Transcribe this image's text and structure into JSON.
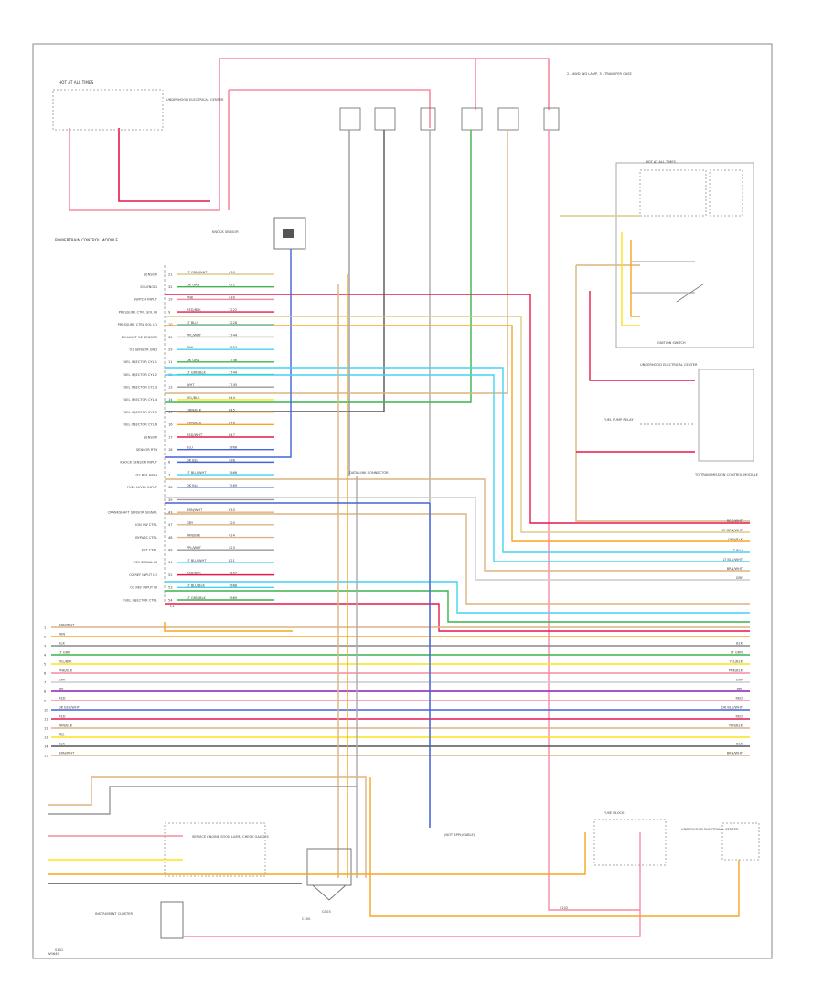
{
  "diagram": {
    "title": "",
    "footer_code": "W0645",
    "ecm_label": "POWERTRAIN CONTROL MODULE",
    "ecm_connector": "C1",
    "ecm_pins": [
      {
        "pin": "21",
        "label": "SENSOR",
        "wire": "LT GRN/WHT",
        "circuit": "430",
        "color": "#dccc88"
      },
      {
        "pin": "32",
        "label": "SOLENOID",
        "wire": "DK GRN",
        "circuit": "422",
        "color": "#3cb44b"
      },
      {
        "pin": "19",
        "label": "SWITCH INPUT",
        "wire": "PNK",
        "circuit": "439",
        "color": "#f58ca0"
      },
      {
        "pin": "9",
        "label": "PRESSURE CTRL SOL HI",
        "wire": "RED/BLK",
        "circuit": "1222",
        "color": "#e6194b"
      },
      {
        "pin": "10",
        "label": "PRESSURE CTRL SOL LO",
        "wire": "LT BLU",
        "circuit": "1228",
        "color": "#42d4f4"
      },
      {
        "pin": "30",
        "label": "EXHAUST O2 SENSOR",
        "wire": "PPL/WHT",
        "circuit": "1744",
        "color": "#999999"
      },
      {
        "pin": "29",
        "label": "O2 SENSOR GND",
        "wire": "TAN",
        "circuit": "1653",
        "color": "#42d4f4"
      },
      {
        "pin": "11",
        "label": "FUEL INJECTOR CYL 1",
        "wire": "DK GRN",
        "circuit": "1746",
        "color": "#3cb44b"
      },
      {
        "pin": "12",
        "label": "FUEL INJECTOR CYL 2",
        "wire": "LT GRN/BLK",
        "circuit": "1744",
        "color": "#3cb44b"
      },
      {
        "pin": "13",
        "label": "FUEL INJECTOR CYL 3",
        "wire": "WHT",
        "circuit": "1745",
        "color": "#999999"
      },
      {
        "pin": "14",
        "label": "FUEL INJECTOR CYL 4",
        "wire": "YEL/BLK",
        "circuit": "844",
        "color": "#ffe119"
      },
      {
        "pin": "15",
        "label": "FUEL INJECTOR CYL 5",
        "wire": "ORN/BLK",
        "circuit": "845",
        "color": "#f5a623"
      },
      {
        "pin": "16",
        "label": "FUEL INJECTOR CYL 6",
        "wire": "ORN/BLK",
        "circuit": "846",
        "color": "#f5a623"
      },
      {
        "pin": "17",
        "label": "SENSOR",
        "wire": "RED/WHT",
        "circuit": "847",
        "color": "#e6194b"
      },
      {
        "pin": "18",
        "label": "SENSOR RTN",
        "wire": "BLU",
        "circuit": "1868",
        "color": "#4363d8"
      },
      {
        "pin": "6",
        "label": "KNOCK SENSOR INPUT",
        "wire": "DK BLU",
        "circuit": "496",
        "color": "#4363d8"
      },
      {
        "pin": "7",
        "label": "O2 REF HIGH",
        "wire": "LT BLU/WHT",
        "circuit": "1666",
        "color": "#42d4f4"
      },
      {
        "pin": "38",
        "label": "FUEL LEVEL INPUT",
        "wire": "DK BLU",
        "circuit": "1589",
        "color": "#4363d8"
      },
      {
        "pin": "39",
        "label": "",
        "wire": "",
        "circuit": "",
        "color": "#999999"
      },
      {
        "pin": "43",
        "label": "CRANKSHAFT SENSOR SIGNAL",
        "wire": "BRN/WHT",
        "circuit": "633",
        "color": "#dcb482"
      },
      {
        "pin": "47",
        "label": "IGN SW CTRL",
        "wire": "GRY",
        "circuit": "120",
        "color": "#dcb482"
      },
      {
        "pin": "48",
        "label": "BYPASS CTRL",
        "wire": "TAN/BLK",
        "circuit": "424",
        "color": "#dcb482"
      },
      {
        "pin": "49",
        "label": "EST CTRL",
        "wire": "PPL/WHT",
        "circuit": "423",
        "color": "#999999"
      },
      {
        "pin": "51",
        "label": "VSS SIGNAL HI",
        "wire": "LT BLU/WHT",
        "circuit": "821",
        "color": "#42d4f4"
      },
      {
        "pin": "52",
        "label": "O2 REF INPUT LO",
        "wire": "RED/BLK",
        "circuit": "1667",
        "color": "#e6194b"
      },
      {
        "pin": "53",
        "label": "O2 REF INPUT HI",
        "wire": "LT BLU/BLK",
        "circuit": "1668",
        "color": "#42d4f4"
      },
      {
        "pin": "54",
        "label": "FUEL INJECTOR CTRL",
        "wire": "LT GRN/BLK",
        "circuit": "1669",
        "color": "#3cb44b"
      }
    ],
    "bus_wires": [
      {
        "left": "BRN/WHT",
        "right": "",
        "color": "#dcb482"
      },
      {
        "left": "TAN",
        "right": "",
        "color": "#f5a623"
      },
      {
        "left": "BLK",
        "right": "BLK",
        "color": "#888888"
      },
      {
        "left": "LT GRN",
        "right": "LT GRN",
        "color": "#3cb44b"
      },
      {
        "left": "YEL/BLK",
        "right": "YEL/BLK",
        "color": "#ffe119"
      },
      {
        "left": "PNK/BLK",
        "right": "PNK/BLK",
        "color": "#f58ca0"
      },
      {
        "left": "GRY",
        "right": "GRY",
        "color": "#cccccc"
      },
      {
        "left": "PPL",
        "right": "PPL",
        "color": "#911eb4"
      },
      {
        "left": "RED",
        "right": "RED",
        "color": "#f58ca0"
      },
      {
        "left": "DK BLU/WHT",
        "right": "DK BLU/WHT",
        "color": "#4363d8"
      },
      {
        "left": "RED",
        "right": "RED",
        "color": "#e6194b"
      },
      {
        "left": "TAN/BLK",
        "right": "TAN/BLK",
        "color": "#dcb482"
      },
      {
        "left": "YEL",
        "right": "",
        "color": "#ffe119"
      },
      {
        "left": "BLK",
        "right": "BLK",
        "color": "#555555"
      },
      {
        "left": "BRN/WHT",
        "right": "BRN/WHT",
        "color": "#dcb482"
      }
    ],
    "right_outputs": [
      "RED/WHT",
      "LT GRN/WHT",
      "ORN/BLK",
      "LT BLU",
      "LT BLU/WHT",
      "BRN/WHT",
      "GRY"
    ],
    "components": {
      "hot_fuse": "HOT AT ALL TIMES",
      "fuse_block": "FUSE BLOCK",
      "underhood_center": "UNDERHOOD ELECTRICAL CENTER",
      "knock_sensor": "KNOCK SENSOR",
      "data_link": "DATA LINK CONNECTOR",
      "ignition_switch": "IGNITION SWITCH",
      "fuel_pump_relay": "FUEL PUMP RELAY",
      "instrument_cluster": "INSTRUMENT CLUSTER",
      "ground": "G103",
      "splice": "S101",
      "splice2": "S102",
      "relay_note": "2 - 4WD IND LAMP, 3 - TRANSFER CASE",
      "bottom_box": "SERVICE ENGINE SOON LAMP, CHECK GAUGES",
      "bottom_note": "(NOT APPLICABLE)",
      "connector_bottom": "C100",
      "tcm_note": "TO TRANSMISSION CONTROL MODULE"
    }
  }
}
